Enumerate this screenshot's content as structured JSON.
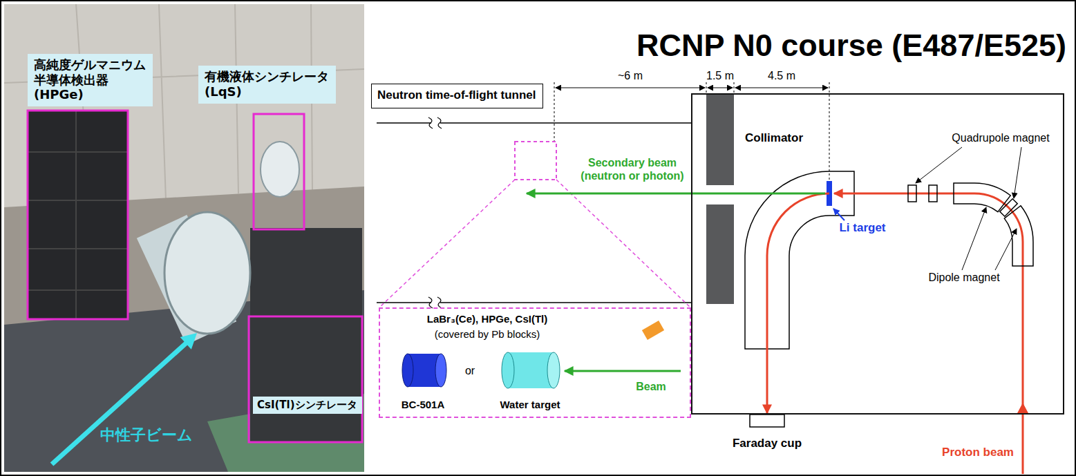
{
  "diagram": {
    "title": "RCNP N0 course (E487/E525)",
    "nodes": [
      {
        "text": [
          "高純度ゲルマニウム 半導体検出器(HPGe)"
        ]
      },
      {
        "text": [
          "有機液体シンチレータ (LqS)"
        ]
      },
      {
        "text": [
          "CsI(Tl)シンチレータ"
        ]
      },
      {
        "text": [
          "Neutron time-of-flight tunnel"
        ]
      },
      {
        "text": [
          "Collimator",
          "Li target",
          "Quadrupole magnet",
          "Dipole magnet"
        ]
      },
      {
        "text": [
          "LaBr₃(Ce), HPGe, CsI(Tl)",
          "(covered by Pb blocks)",
          "BC-501A",
          "or",
          "Water target",
          "Beam"
        ]
      }
    ],
    "labels": [
      "中性子ビーム",
      "~6 m",
      "1.5 m",
      "4.5 m",
      "Secondary beam (neutron or photon)",
      "Faraday cup",
      "Proton beam"
    ]
  }
}
